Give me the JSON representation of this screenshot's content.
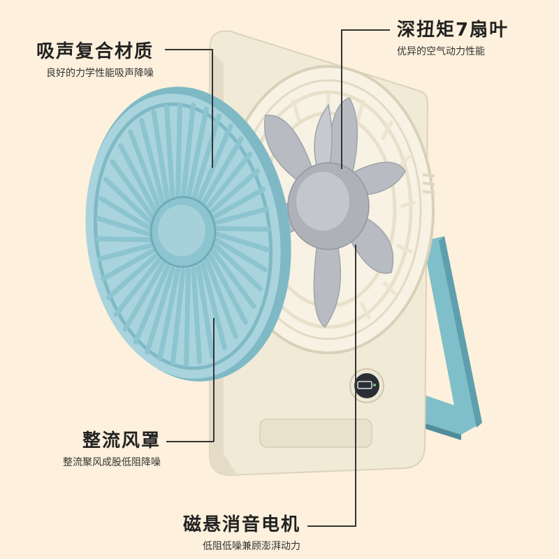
{
  "callouts": [
    {
      "id": "sound-absorbing-material",
      "title": "吸声复合材质",
      "subtitle": "良好的力学性能吸声降噪"
    },
    {
      "id": "deep-torque-blades",
      "title": "深扭矩7扇叶",
      "subtitle": "优异的空气动力性能"
    },
    {
      "id": "streamline-cover",
      "title": "整流风罩",
      "subtitle": "整流聚风成股低阻降噪"
    },
    {
      "id": "maglev-motor",
      "title": "磁悬消音电机",
      "subtitle": "低阻低噪兼顾澎湃动力"
    }
  ],
  "colors": {
    "background": "#fdf0dc",
    "fan_body": "#f1ead7",
    "cover_blue": "#8cc4cf",
    "cover_blue_dark": "#5e9fae",
    "stand_blue": "#7fbfca",
    "blade_gray": "#b8bcc2",
    "text": "#222222"
  },
  "icons": [
    "fan-illustration",
    "digital-display-icon"
  ]
}
